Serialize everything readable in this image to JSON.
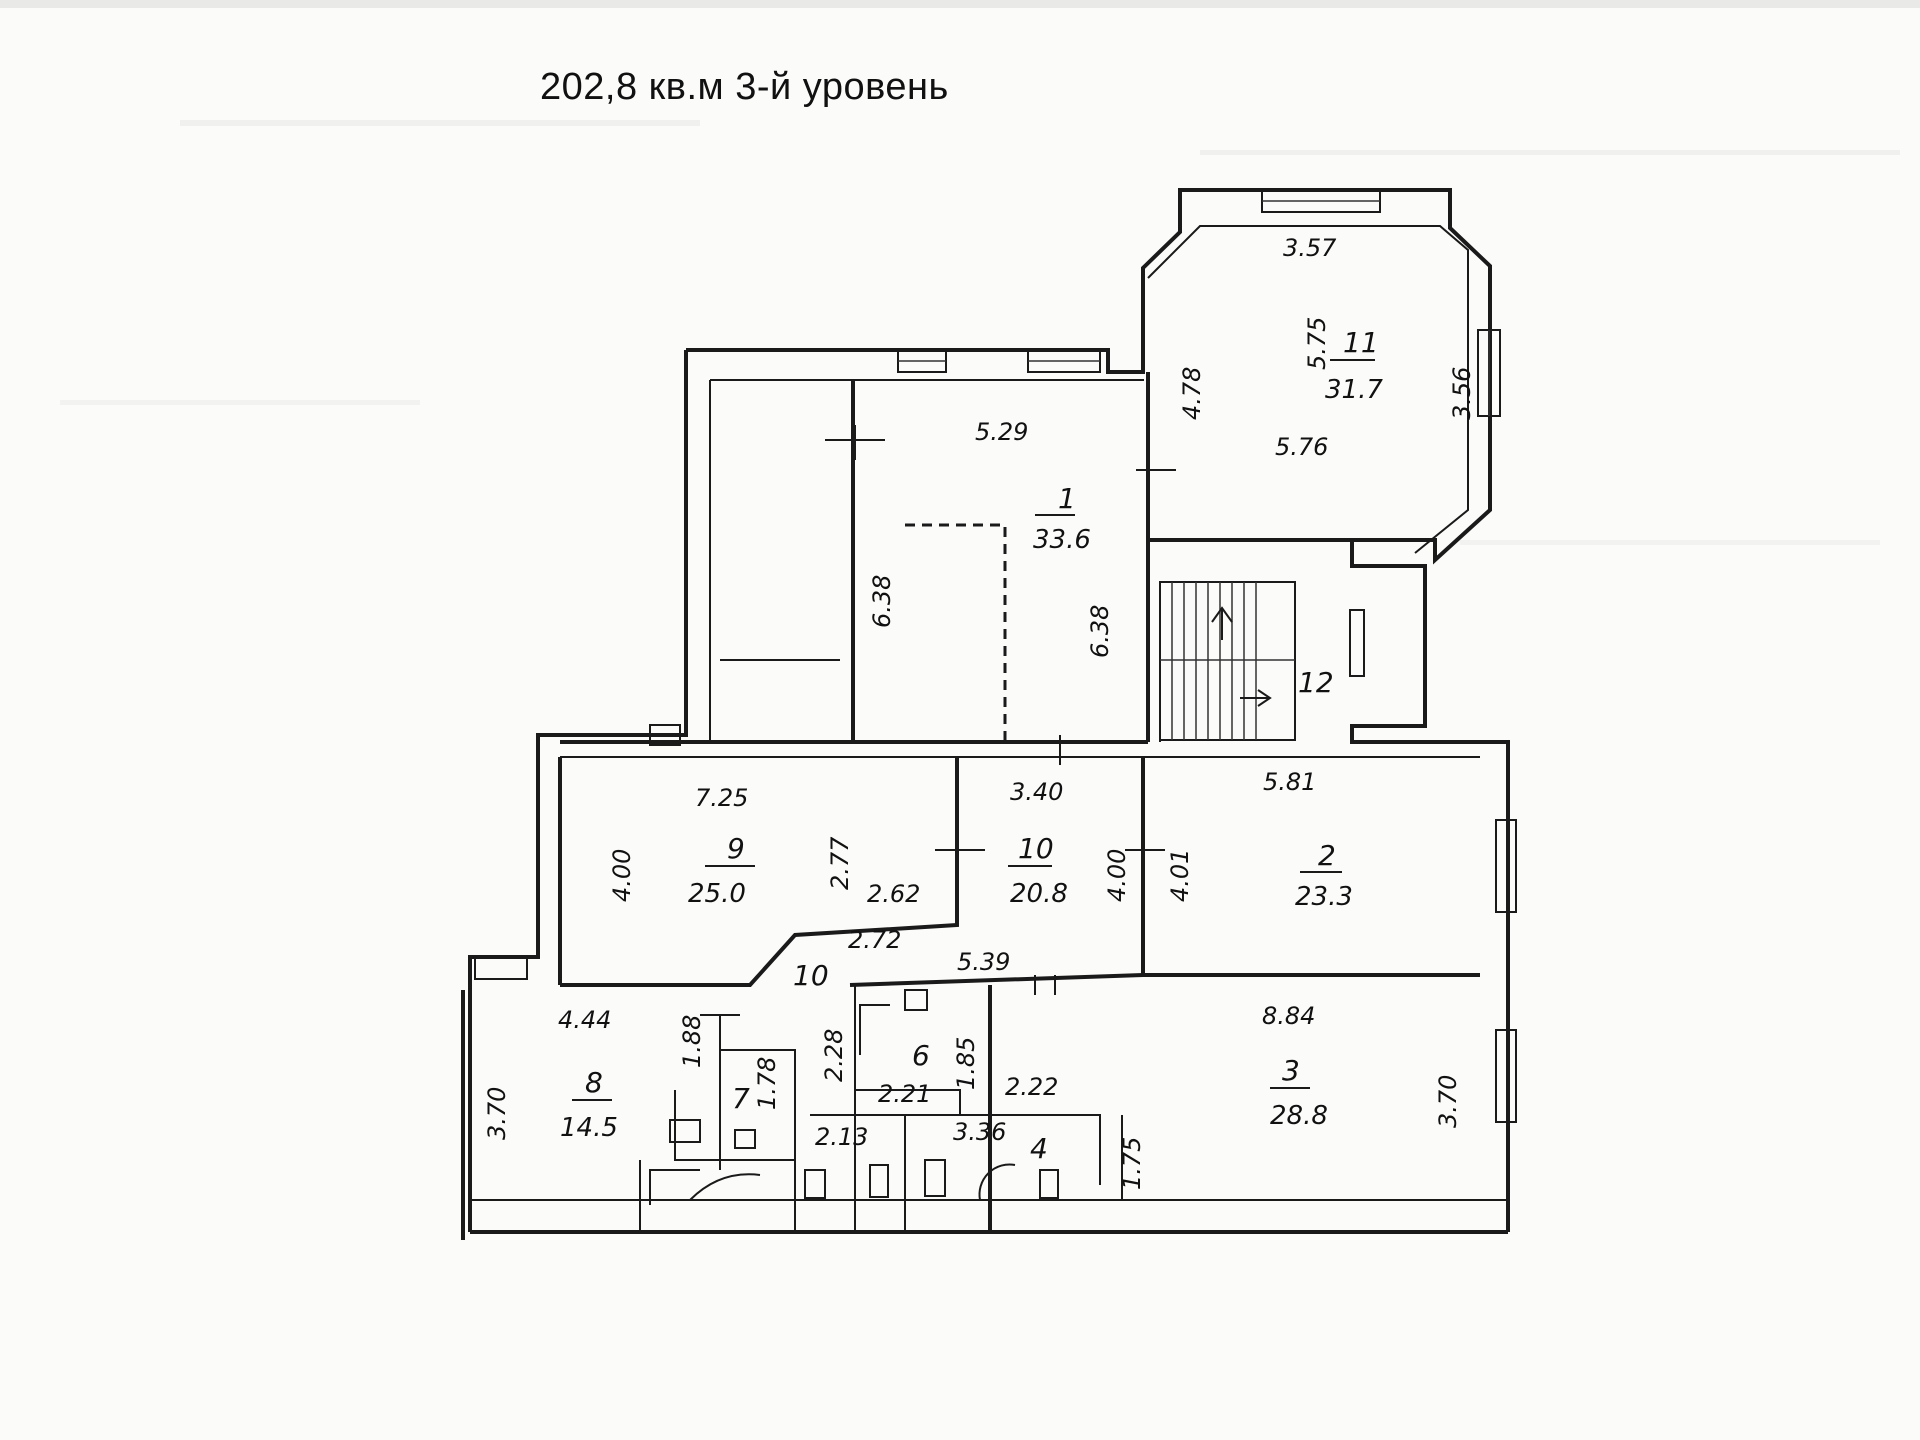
{
  "header": {
    "title": "202,8 кв.м 3-й уровень"
  },
  "rooms": [
    {
      "id": "1",
      "number": "1",
      "area": "33.6"
    },
    {
      "id": "2",
      "number": "2",
      "area": "23.3"
    },
    {
      "id": "3",
      "number": "3",
      "area": "28.8"
    },
    {
      "id": "4",
      "number": "4"
    },
    {
      "id": "6",
      "number": "6"
    },
    {
      "id": "7",
      "number": "7"
    },
    {
      "id": "8",
      "number": "8",
      "area": "14.5"
    },
    {
      "id": "9",
      "number": "9",
      "area": "25.0"
    },
    {
      "id": "10",
      "number": "10",
      "area": "20.8"
    },
    {
      "id": "10b",
      "number": "10"
    },
    {
      "id": "11",
      "number": "11",
      "area": "31.7"
    },
    {
      "id": "12",
      "number": "12"
    }
  ],
  "dimensions": [
    "3.57",
    "5.75",
    "3.56",
    "5.76",
    "4.78",
    "5.29",
    "6.38",
    "6.38",
    "7.25",
    "3.40",
    "5.81",
    "4.00",
    "2.77",
    "4.00",
    "4.01",
    "2.62",
    "2.72",
    "5.39",
    "8.84",
    "4.44",
    "1.88",
    "2.28",
    "1.85",
    "1.78",
    "3.70",
    "2.21",
    "2.22",
    "2.13",
    "3.36",
    "1.75",
    "3.70"
  ]
}
